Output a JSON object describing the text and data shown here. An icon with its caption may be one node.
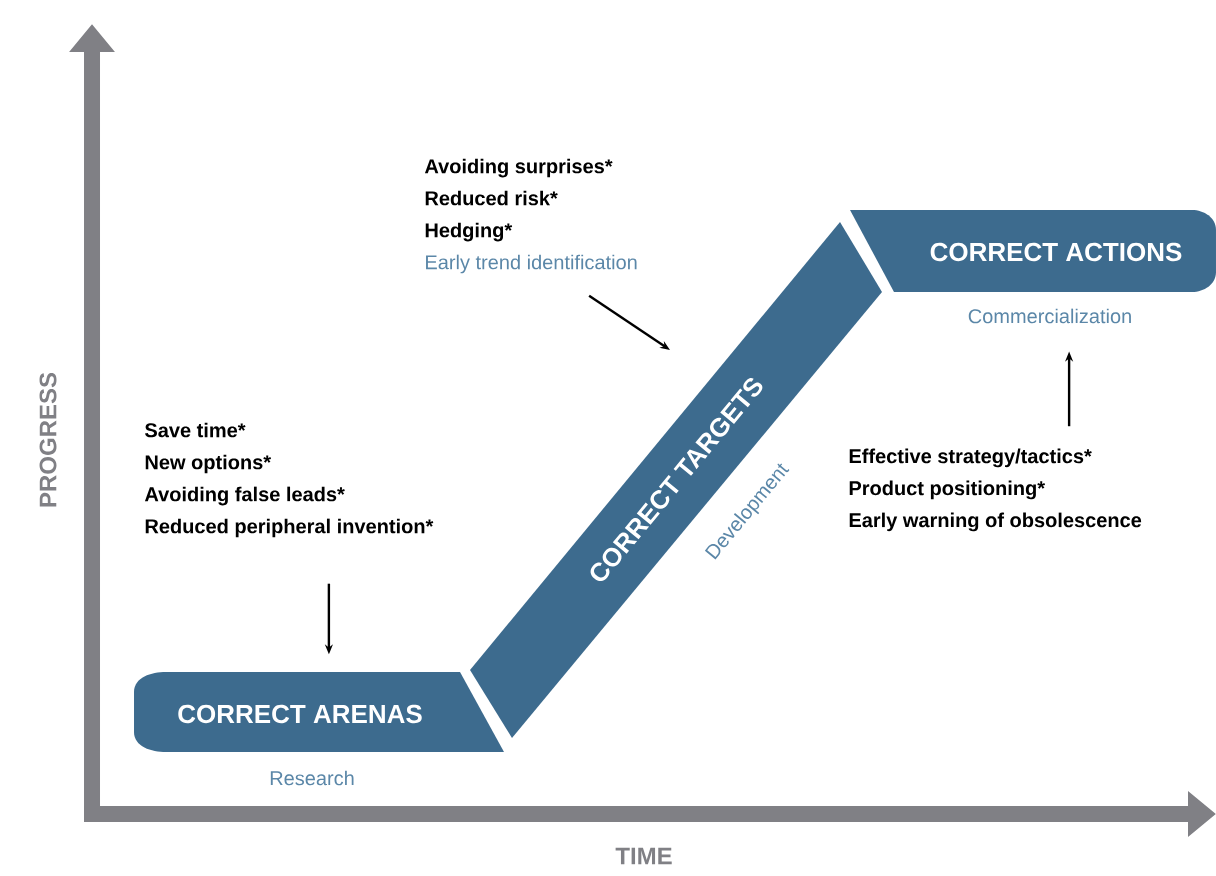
{
  "diagram": {
    "nodes": [
      {
        "text": [
          "CORRECT ARENAS"
        ],
        "beside": [
          "Research"
        ]
      },
      {
        "text": [
          "CORRECT TARGETS"
        ],
        "beside": [
          "Development"
        ]
      },
      {
        "text": [
          "CORRECT ACTIONS"
        ],
        "beside": [
          "Commercialization"
        ]
      },
      {
        "text": [
          "Save time*",
          "New options*",
          "Avoiding false leads*",
          "Reduced peripheral invention*"
        ]
      },
      {
        "text": [
          "Avoiding surprises*",
          "Reduced risk*",
          "Hedging*",
          "Early trend identification"
        ]
      },
      {
        "text": [
          "Effective strategy/tactics*",
          "Product positioning*",
          "Early warning of obsolescence"
        ]
      }
    ],
    "edges": [
      {
        "from": 3,
        "to": 0,
        "arrow": "to"
      },
      {
        "from": 4,
        "to": 1,
        "arrow": "to"
      },
      {
        "from": 5,
        "to": 2,
        "arrow": "to"
      }
    ],
    "labels": [
      "PROGRESS",
      "TIME"
    ]
  }
}
